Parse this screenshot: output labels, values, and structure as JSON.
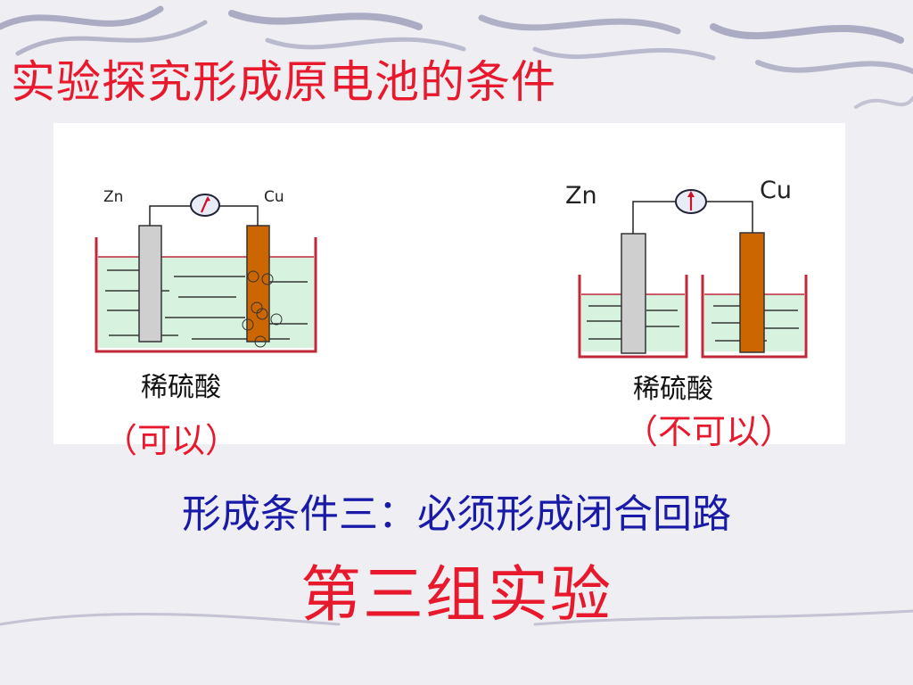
{
  "slide": {
    "title": "实验探究形成原电池的条件",
    "condition_text": "形成条件三：必须形成闭合回路",
    "group_title": "第三组实验"
  },
  "experiment_left": {
    "anode_label": "Zn",
    "cathode_label": "Cu",
    "solution_label": "稀硫酸",
    "result": "（可以）"
  },
  "experiment_right": {
    "anode_label": "Zn",
    "cathode_label": "Cu",
    "solution_label": "稀硫酸",
    "result": "（不可以）"
  },
  "colors": {
    "title_red": "#e8192c",
    "condition_blue": "#1a1aa8",
    "zinc_gray": "#cfcfcf",
    "copper_orange": "#cc6600",
    "liquid_green": "#d8f2e0"
  }
}
